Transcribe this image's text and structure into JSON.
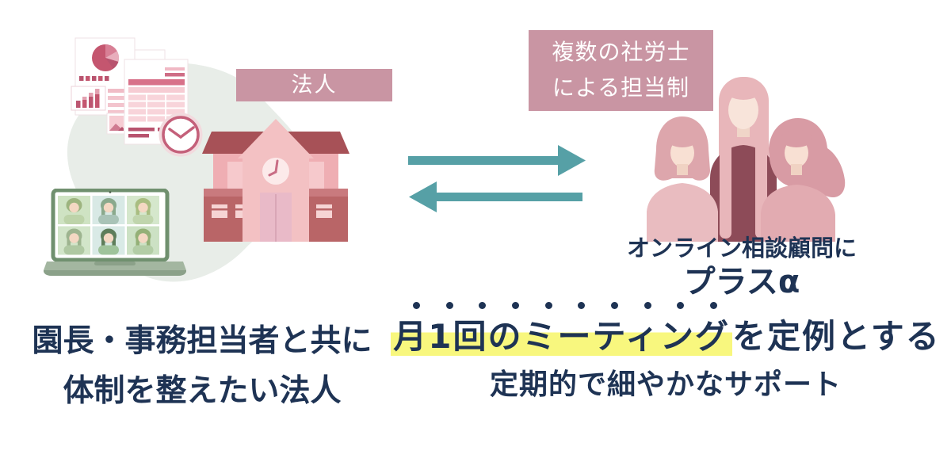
{
  "left_group": {
    "corp_badge_label": "法人",
    "caption_line1": "園長・事務担当者と共に",
    "caption_line2": "体制を整えたい法人"
  },
  "right_group": {
    "badge_line1": "複数の社労士",
    "badge_line2": "による担当制",
    "note_line1": "オンライン相談顧問に",
    "note_line2": "プラスα",
    "headline_highlight": "月1回のミーティング",
    "headline_rest": "を定例とする",
    "headline_line2": "定期的で細やかなサポート",
    "emphasis_dot_count": 10
  },
  "arrows": {
    "direction": "bidirectional",
    "color": "#56a0a6"
  },
  "palette": {
    "navy_text": "#1e3354",
    "badge_pink": "#c995a3",
    "highlight_yellow": "#f8f77e",
    "blob_green": "#e8ede8",
    "rose": "#c4566f",
    "building_roof": "#a75157",
    "building_wall": "#efaeb3",
    "laptop_green": "#70906f"
  },
  "icons": {
    "documents": "documents-with-charts-icon",
    "clock": "clock-icon",
    "building": "school-building-icon",
    "laptop": "laptop-video-call-icon",
    "arrow_right": "arrow-right-icon",
    "arrow_left": "arrow-left-icon",
    "consultants": "three-consultants-icon"
  }
}
